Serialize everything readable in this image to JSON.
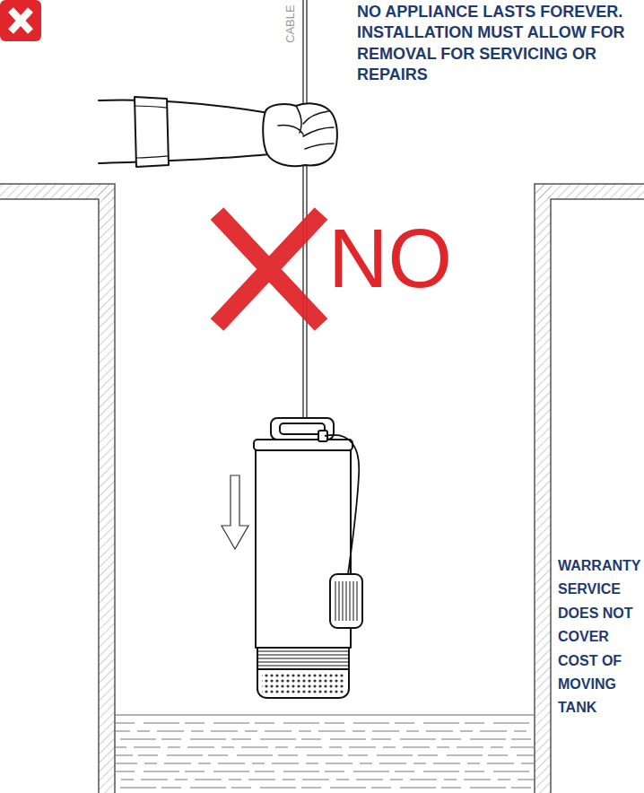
{
  "diagram": {
    "labels": [
      "CABLE",
      "NO APPLIANCE LASTS FOREVER. INSTALLATION MUST ALLOW FOR REMOVAL FOR SERVICING OR REPAIRS",
      "NO",
      "WARRANTY SERVICE DOES NOT COVER COST OF MOVING TANK"
    ]
  }
}
